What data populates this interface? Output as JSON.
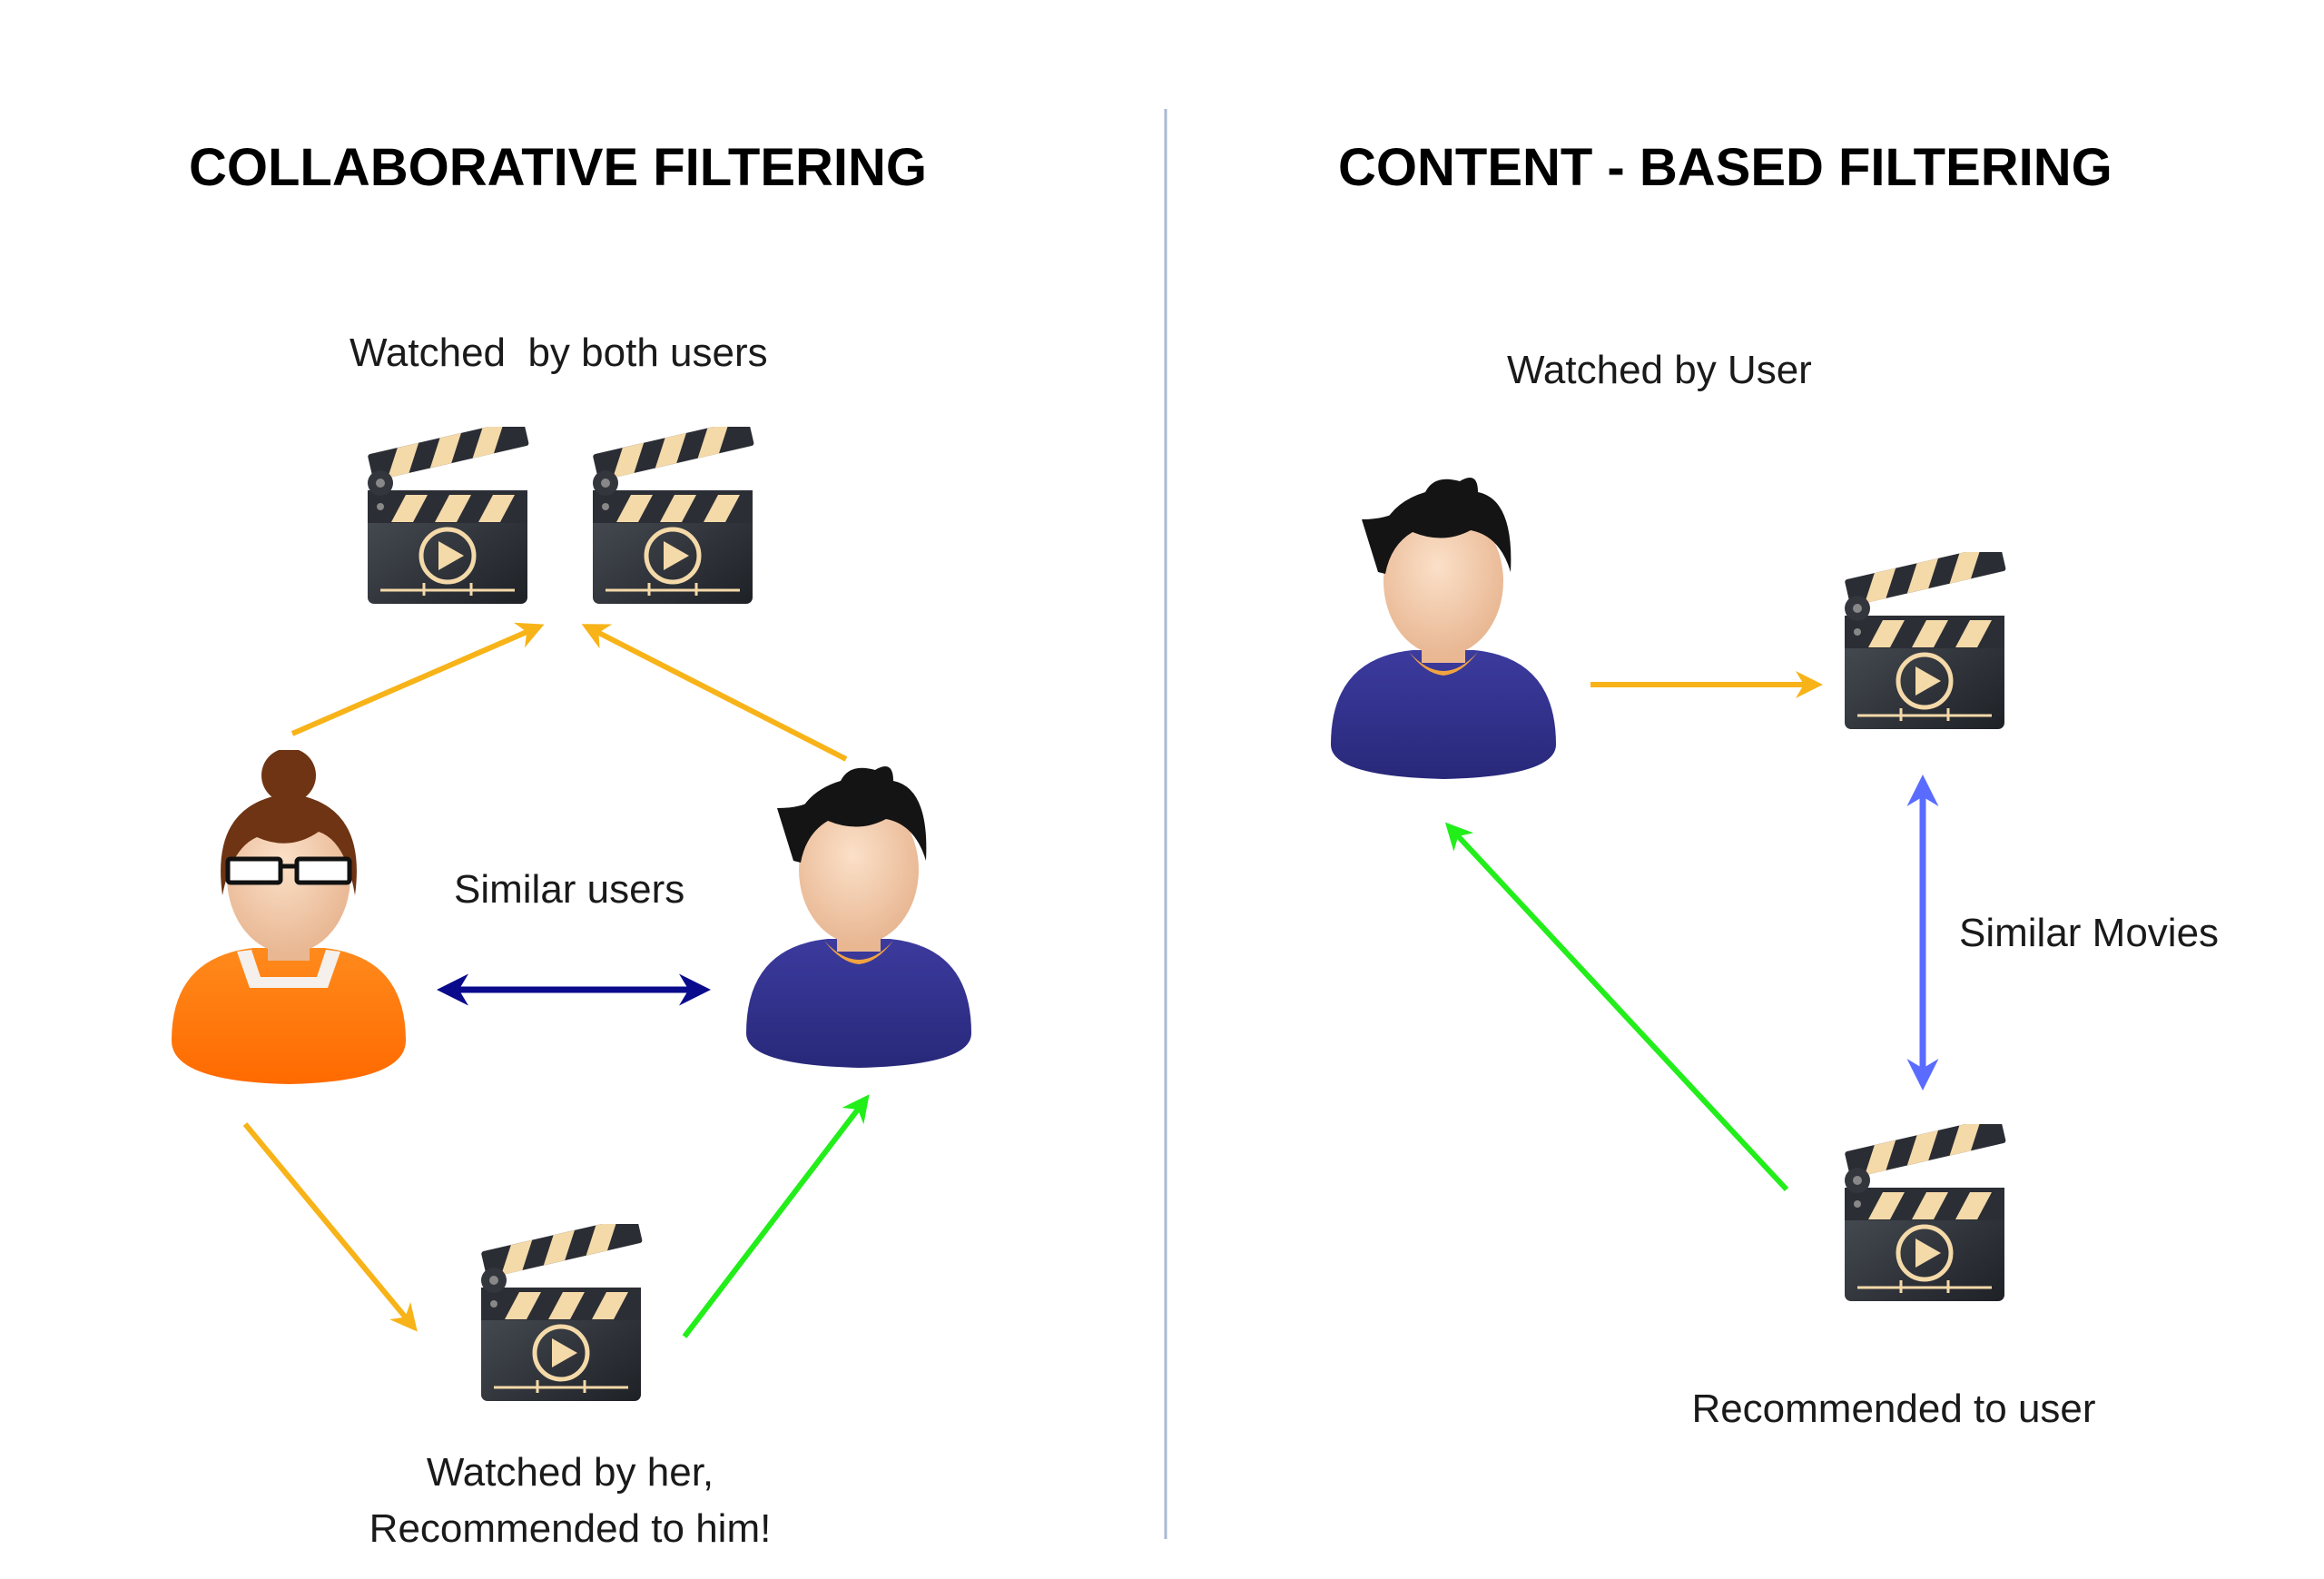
{
  "left_panel": {
    "title": "COLLABORATIVE FILTERING",
    "watched_both_label": "Watched  by both users",
    "similar_users_label": "Similar users",
    "recommended_line1": "Watched by her,",
    "recommended_line2": "Recommended to him!"
  },
  "right_panel": {
    "title": "CONTENT - BASED FILTERING",
    "watched_by_user_label": "Watched by User",
    "similar_movies_label": "Similar Movies",
    "recommended_label": "Recommended to user"
  },
  "colors": {
    "yellow_arrow": "#f7b318",
    "green_arrow": "#22ee1a",
    "navy_arrow": "#0a0a8c",
    "blue_arrow": "#5a6cff",
    "divider": "#a9b8d4",
    "female_shirt": "#ff7a0e",
    "male_shirt": "#34338e"
  },
  "icons": [
    "movie-clapper-icon",
    "female-user-icon",
    "male-user-icon"
  ]
}
